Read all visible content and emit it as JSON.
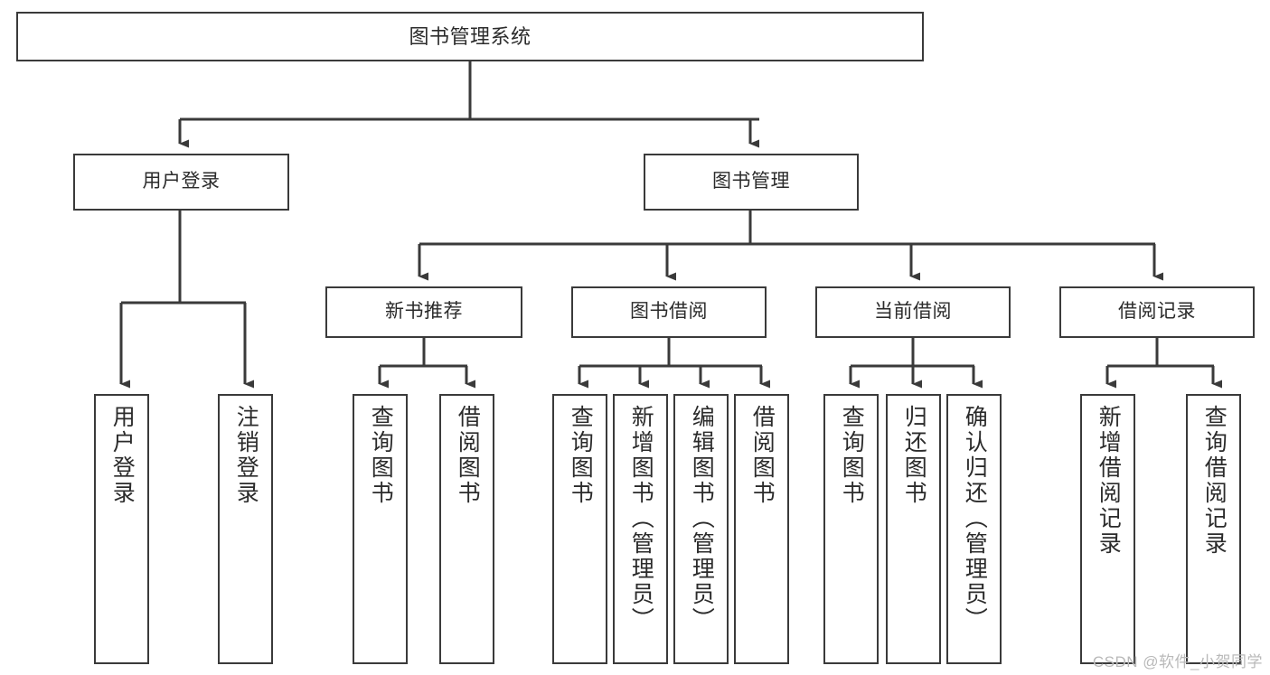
{
  "diagram": {
    "title": "图书管理系统",
    "type": "tree-hierarchy-diagram",
    "colors": {
      "background": "#ffffff",
      "box_border": "#3a3a3a",
      "connector": "#3a3a3a",
      "text": "#2b2b2b",
      "watermark": "#b9b9b9"
    }
  },
  "nodes": {
    "root": {
      "label": "图书管理系统"
    },
    "level2": [
      {
        "id": "user-login",
        "label": "用户登录"
      },
      {
        "id": "book-management",
        "label": "图书管理"
      }
    ],
    "level3": [
      {
        "id": "new-book-recommend",
        "label": "新书推荐"
      },
      {
        "id": "book-borrow",
        "label": "图书借阅"
      },
      {
        "id": "current-borrow",
        "label": "当前借阅"
      },
      {
        "id": "borrow-record",
        "label": "借阅记录"
      }
    ],
    "leaves": {
      "user_login": [
        {
          "id": "leaf-user-login",
          "label": "用户登录"
        },
        {
          "id": "leaf-logout-login",
          "label": "注销登录"
        }
      ],
      "new_book_recommend": [
        {
          "id": "leaf-query-book-1",
          "label": "查询图书"
        },
        {
          "id": "leaf-borrow-book-1",
          "label": "借阅图书"
        }
      ],
      "book_borrow": [
        {
          "id": "leaf-query-book-2",
          "label": "查询图书"
        },
        {
          "id": "leaf-add-book",
          "label": "新增图书（管理员）"
        },
        {
          "id": "leaf-edit-book",
          "label": "编辑图书（管理员）"
        },
        {
          "id": "leaf-borrow-book-2",
          "label": "借阅图书"
        }
      ],
      "current_borrow": [
        {
          "id": "leaf-query-book-3",
          "label": "查询图书"
        },
        {
          "id": "leaf-return-book",
          "label": "归还图书"
        },
        {
          "id": "leaf-confirm-return",
          "label": "确认归还（管理员）"
        }
      ],
      "borrow_record": [
        {
          "id": "leaf-add-record",
          "label": "新增借阅记录"
        },
        {
          "id": "leaf-query-record",
          "label": "查询借阅记录"
        }
      ]
    }
  },
  "watermark": {
    "text": "CSDN @软件_小贺同学"
  }
}
